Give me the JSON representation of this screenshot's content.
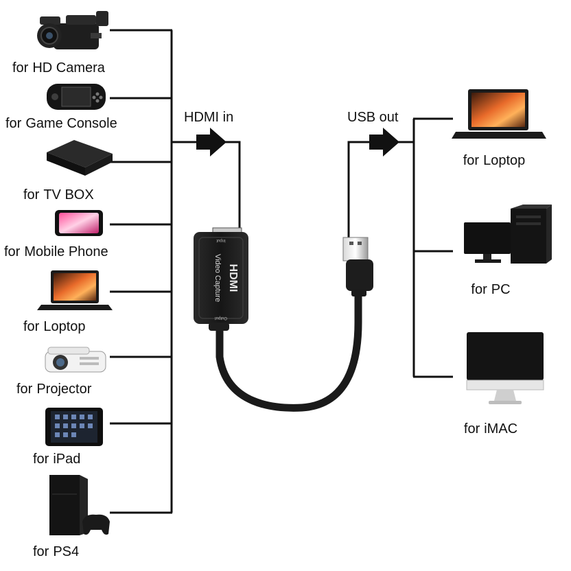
{
  "colors": {
    "line": "#111111",
    "device": "#1c1c1c",
    "screen_accent": "#e86a2a"
  },
  "inputs_header": "HDMI in",
  "outputs_header": "USB out",
  "input_devices": [
    {
      "for": "for",
      "name": "HD Camera",
      "icon": "video-camera-icon"
    },
    {
      "for": "for",
      "name": "Game Console",
      "icon": "handheld-console-icon"
    },
    {
      "for": "for",
      "name": "TV BOX",
      "icon": "tv-box-icon"
    },
    {
      "for": "for",
      "name": "Mobile Phone",
      "icon": "smartphone-icon"
    },
    {
      "for": "for",
      "name": "Loptop",
      "icon": "laptop-icon"
    },
    {
      "for": "for",
      "name": "Projector",
      "icon": "projector-icon"
    },
    {
      "for": "for",
      "name": "iPad",
      "icon": "tablet-icon"
    },
    {
      "for": "for",
      "name": "PS4",
      "icon": "ps4-console-icon"
    }
  ],
  "output_devices": [
    {
      "for": "for",
      "name": "Loptop",
      "icon": "laptop-icon"
    },
    {
      "for": "for",
      "name": "PC",
      "icon": "desktop-pc-icon"
    },
    {
      "for": "for",
      "name": "iMAC",
      "icon": "imac-icon"
    }
  ],
  "capture_device": {
    "brand": "HDMI",
    "product": "Video Capture",
    "input_port": "Input",
    "output_port": "Output",
    "icon": "hdmi-capture-dongle-icon"
  }
}
